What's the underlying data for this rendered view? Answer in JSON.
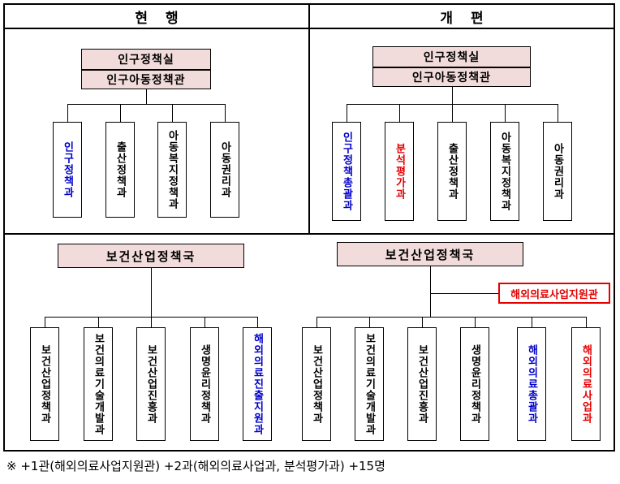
{
  "header": {
    "left": "현 행",
    "right": "개 편"
  },
  "colors": {
    "dept_fill": "#F2DCDB",
    "highlight_fill": "#9DC3E6",
    "blue_text": "#0000C8",
    "red_text": "#E60000",
    "border": "#000000"
  },
  "current_top": {
    "office": "인구정책실",
    "bureau": "인구아동정책관",
    "divisions": [
      "인구정책과",
      "출산정책과",
      "아동복지정책과",
      "아동권리과"
    ]
  },
  "reform_top": {
    "office": "인구정책실",
    "bureau": "인구아동정책관",
    "divisions": [
      "인구정책총괄과",
      "분석평가과",
      "출산정책과",
      "아동복지정책과",
      "아동권리과"
    ]
  },
  "current_bottom": {
    "office": "보건산업정책국",
    "divisions": [
      "보건산업정책과",
      "보건의료기술개발과",
      "보건산업진흥과",
      "생명윤리정책과",
      "해외의료진출지원과"
    ]
  },
  "reform_bottom": {
    "office": "보건산업정책국",
    "support_office": "해외의료사업지원관",
    "divisions": [
      "보건산업정책과",
      "보건의료기술개발과",
      "보건산업진흥과",
      "생명윤리정책과",
      "해외의료총괄과",
      "해외의료사업과"
    ]
  },
  "footnote": "※ +1관(해외의료사업지원관)  +2과(해외의료사업과, 분석평가과)  +15명"
}
